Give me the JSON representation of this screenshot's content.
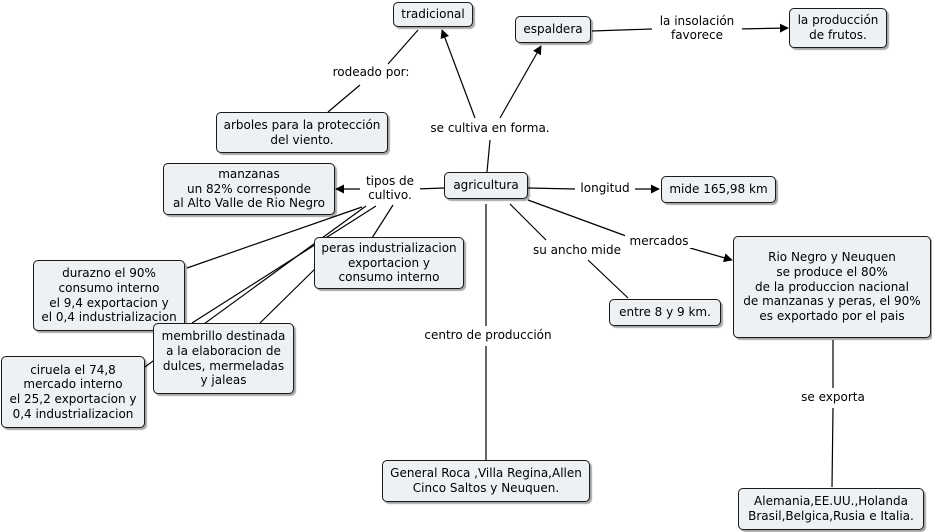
{
  "nodes": {
    "tradicional": "tradicional",
    "espaldera": "espaldera",
    "produccion_frutos": "la producción\nde frutos.",
    "arboles": "arboles para la protección\ndel viento.",
    "manzanas": "manzanas\nun 82% corresponde\nal Alto Valle de Rio Negro",
    "agricultura": "agricultura",
    "mide": "mide 165,98 km",
    "peras": "peras industrializacion\nexportacion y\nconsumo interno",
    "durazno": "durazno el 90%\nconsumo interno\nel 9,4 exportacion y\nel 0,4 industrializacion",
    "rio_negro": "Rio Negro y Neuquen\nse produce  el 80%\nde la produccion nacional\nde manzanas y peras, el 90%\nes exportado por el pais",
    "membrillo": "membrillo destinada\na la elaboracion de\ndulces, mermeladas\ny jaleas",
    "entre": "entre 8 y 9 km.",
    "ciruela": "ciruela el 74,8\nmercado interno\nel 25,2 exportacion y\n0,4 industrializacion",
    "general_roca": "General Roca ,Villa Regina,Allen\nCinco Saltos y Neuquen.",
    "alemania": "Alemania,EE.UU.,Holanda\nBrasil,Belgica,Rusia e Italia."
  },
  "labels": {
    "insolacion": "la insolación\nfavorece",
    "rodeado": "rodeado por:",
    "se_cultiva": "se cultiva en forma.",
    "tipos": "tipos de\ncultivo.",
    "longitud": "longitud",
    "mercados": "mercados",
    "ancho": "su ancho mide",
    "centro": "centro de producción",
    "exporta": "se exporta"
  }
}
